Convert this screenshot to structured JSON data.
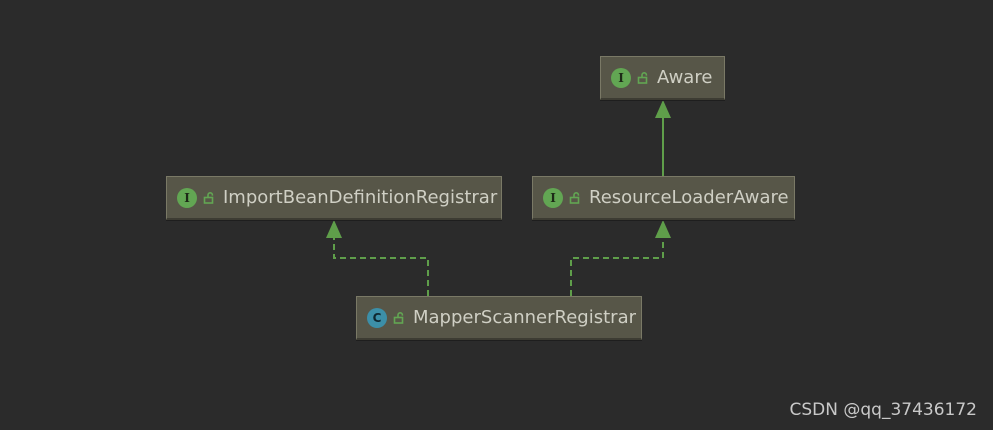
{
  "nodes": {
    "aware": {
      "label": "Aware",
      "kind": "I",
      "kind_type": "interface"
    },
    "import_bean": {
      "label": "ImportBeanDefinitionRegistrar",
      "kind": "I",
      "kind_type": "interface"
    },
    "resource_loader": {
      "label": "ResourceLoaderAware",
      "kind": "I",
      "kind_type": "interface"
    },
    "mapper_scanner": {
      "label": "MapperScannerRegistrar",
      "kind": "C",
      "kind_type": "class"
    }
  },
  "edges": [
    {
      "from": "resource_loader",
      "to": "aware",
      "style": "extends"
    },
    {
      "from": "mapper_scanner",
      "to": "import_bean",
      "style": "implements"
    },
    {
      "from": "mapper_scanner",
      "to": "resource_loader",
      "style": "implements"
    }
  ],
  "colors": {
    "background": "#2b2b2b",
    "edge": "#5f9e4a",
    "node_fill": "#575648",
    "interface_badge": "#62a653",
    "class_badge": "#3c8fa8"
  },
  "icons": {
    "access": "open-lock-icon"
  },
  "watermark": "CSDN @qq_37436172"
}
